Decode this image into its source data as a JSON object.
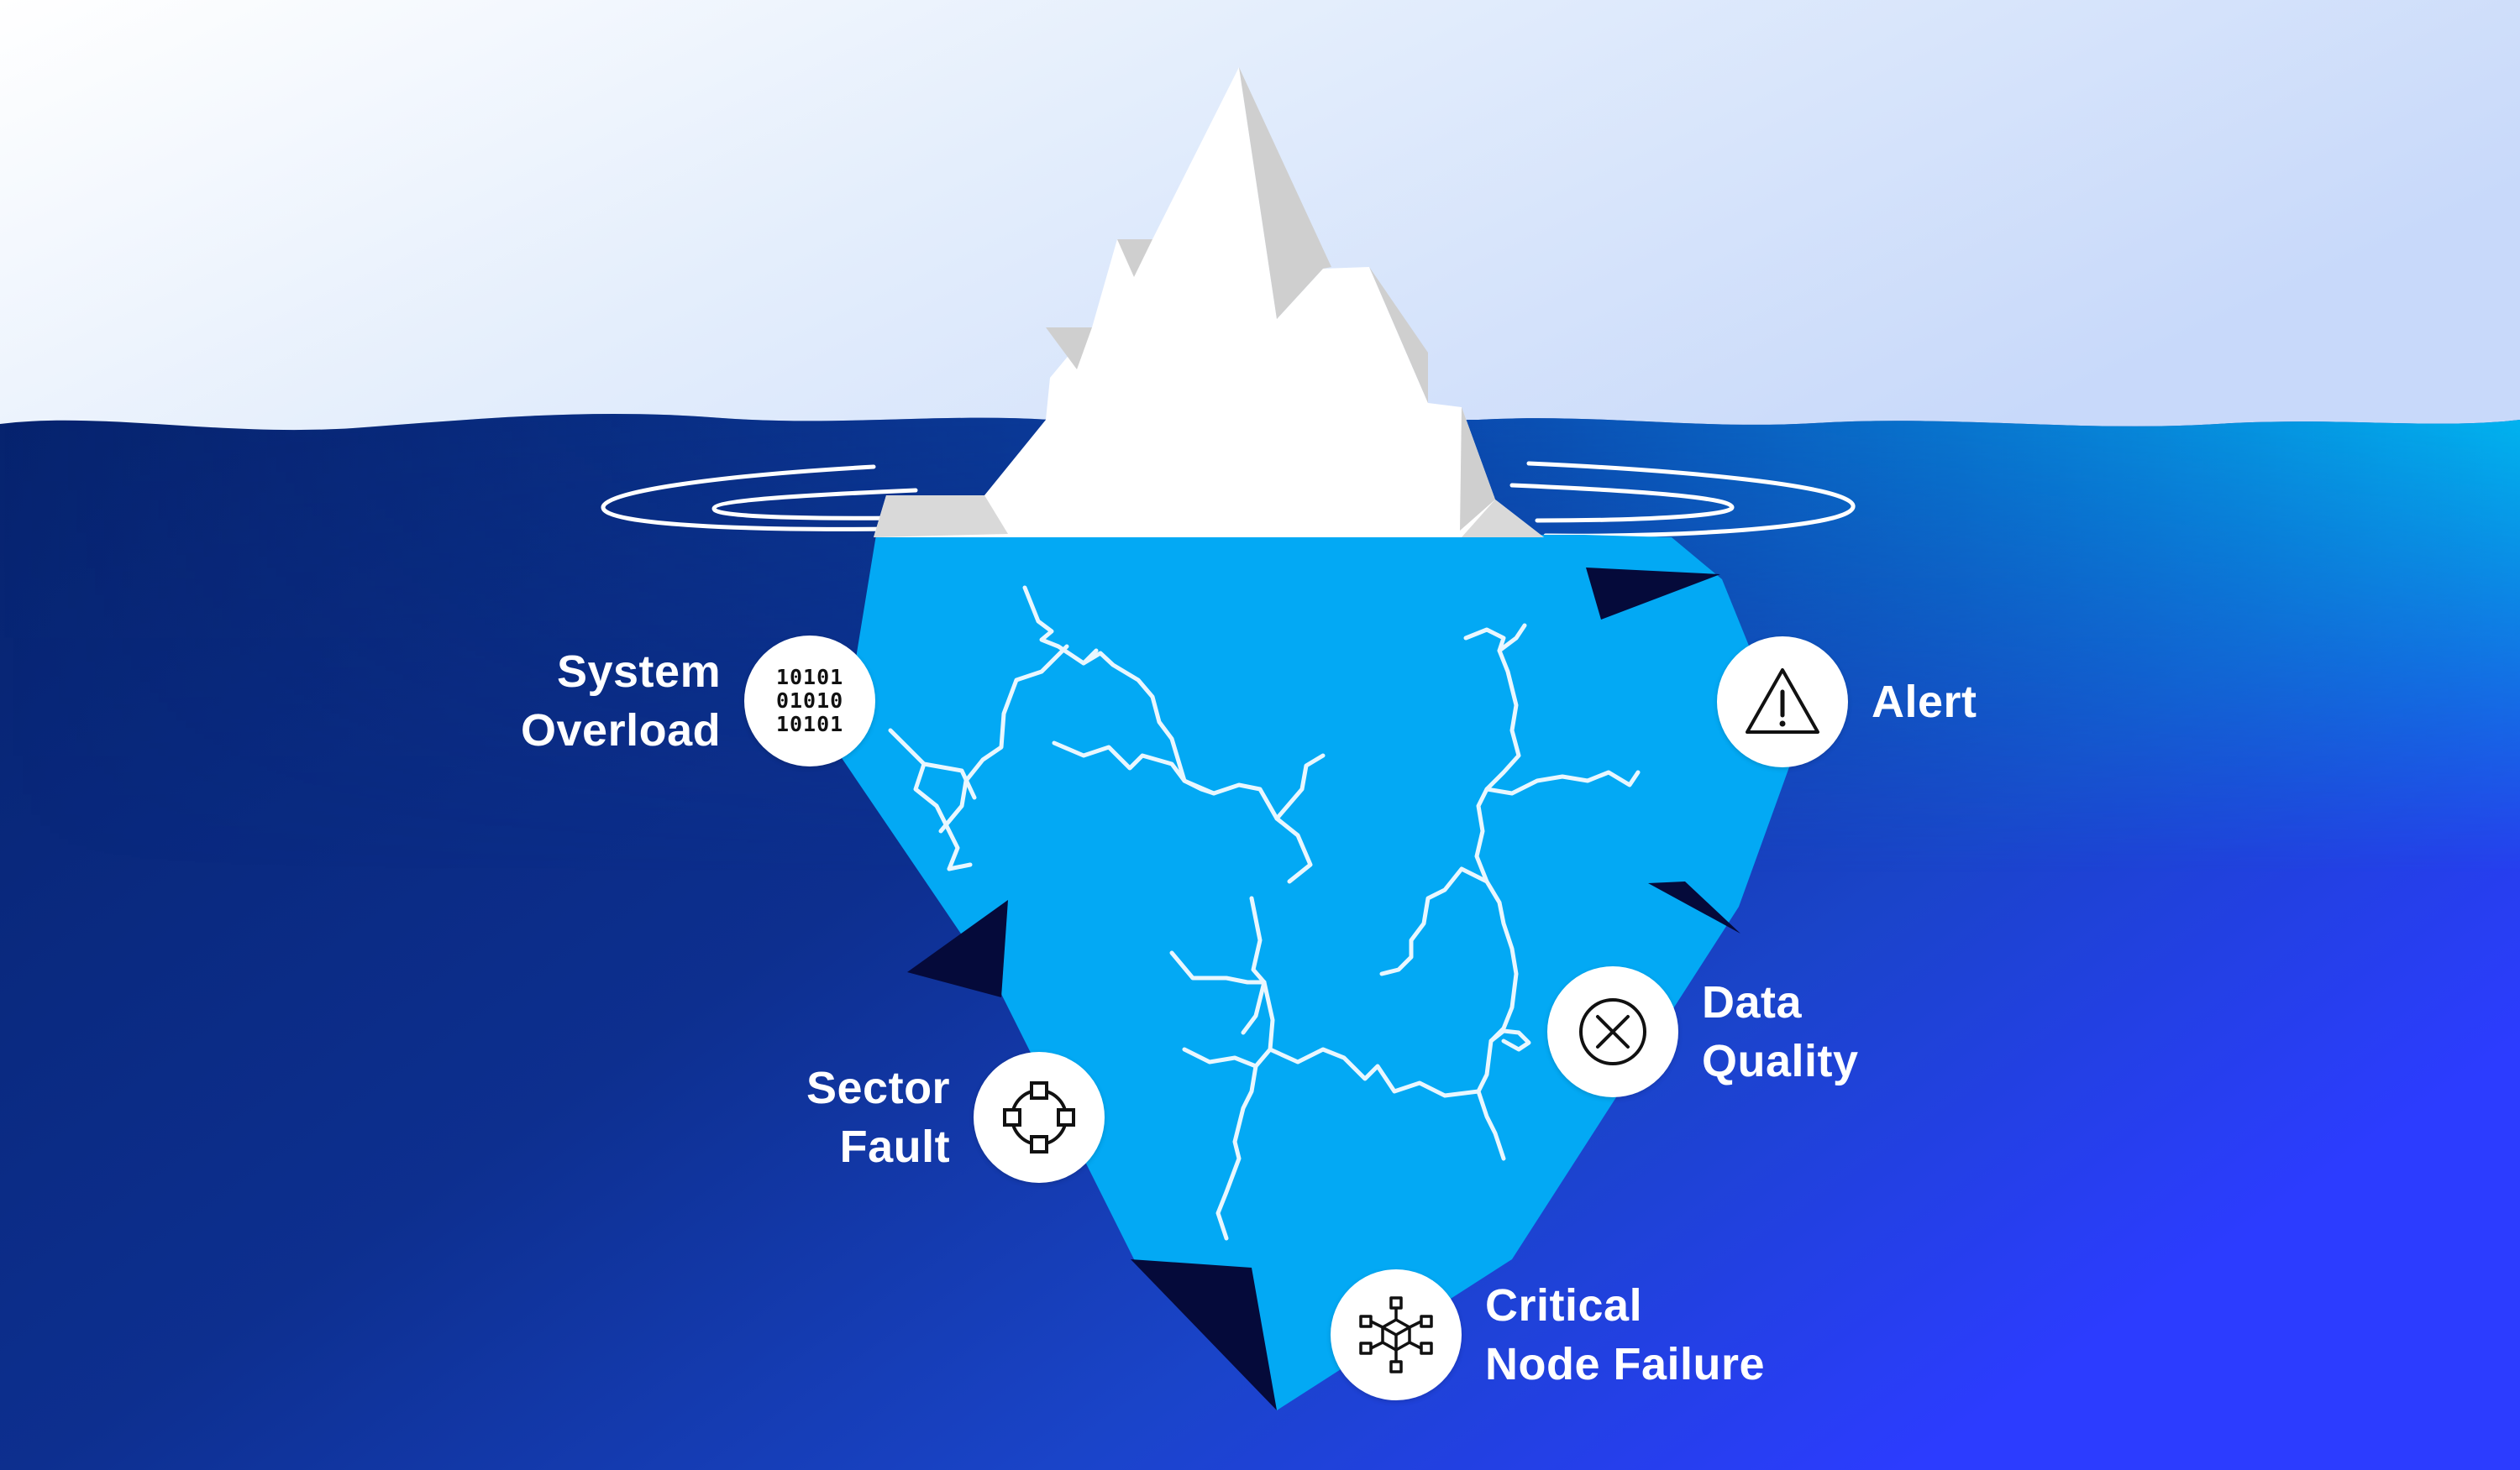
{
  "callouts": {
    "system_overload": {
      "lines": [
        "System",
        "Overload"
      ],
      "icon": "binary-code-icon",
      "binary_rows": [
        "10101",
        "01010",
        "10101"
      ]
    },
    "alert": {
      "lines": [
        "Alert"
      ],
      "icon": "warning-triangle-icon"
    },
    "sector_fault": {
      "lines": [
        "Sector",
        "Fault"
      ],
      "icon": "node-ring-icon"
    },
    "data_quality": {
      "lines": [
        "Data",
        "Quality"
      ],
      "icon": "circle-x-icon"
    },
    "critical_node_failure": {
      "lines": [
        "Critical",
        "Node Failure"
      ],
      "icon": "cube-network-icon"
    }
  },
  "colors": {
    "sky_top": "#ffffff",
    "sky_bottom": "#cfe0fb",
    "sea_left": "#0a2a7a",
    "sea_right": "#2a3cff",
    "sea_surface_right": "#00b4ef",
    "iceberg_underwater": "#03a9f4",
    "iceberg_top": "#ffffff",
    "iceberg_shade": "#cfcfcf",
    "iceberg_facet_dark": "#050a3a",
    "cracks": "#e9f7ff",
    "labels": "#ffffff"
  }
}
